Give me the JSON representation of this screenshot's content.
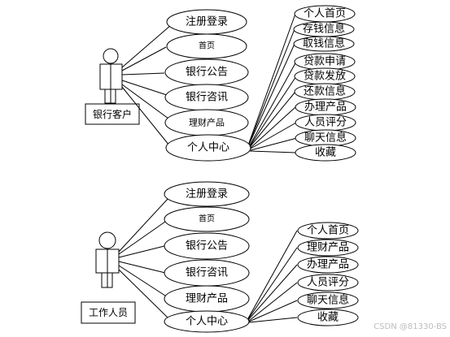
{
  "diagrams": [
    {
      "actor_label": "银行客户",
      "main_cases": [
        "注册登录",
        "首页",
        "银行公告",
        "银行咨讯",
        "理财产品",
        "个人中心"
      ],
      "center_subcases": [
        "个人首页",
        "存钱信息",
        "取钱信息",
        "贷款申请",
        "贷款发放",
        "还款信息",
        "办理产品",
        "人员评分",
        "聊天信息",
        "收藏"
      ]
    },
    {
      "actor_label": "工作人员",
      "main_cases": [
        "注册登录",
        "首页",
        "银行公告",
        "银行咨讯",
        "理财产品",
        "个人中心"
      ],
      "center_subcases": [
        "个人首页",
        "理财产品",
        "办理产品",
        "人员评分",
        "聊天信息",
        "收藏"
      ]
    }
  ],
  "watermark": "CSDN @81330-BS"
}
